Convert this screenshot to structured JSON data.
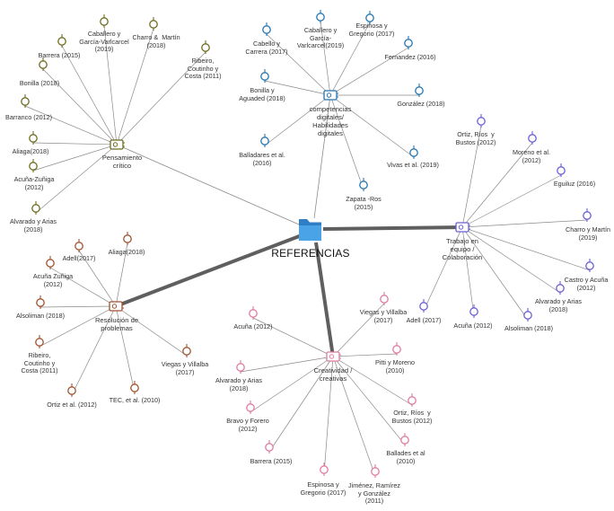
{
  "root": {
    "label": "REFERENCIAS",
    "color": "#3d8fd1"
  },
  "branches": [
    {
      "id": "pensamiento",
      "label": "Pensamiento\ncrítico",
      "color": "#6e6d1f",
      "leaves": [
        "Barrera (2015)",
        "Caballero y\nGarcía-Varlcarcel\n(2019)",
        "Charro &  Martín\n(2018)",
        "Ribeiro,\nCoutinho y\nCosta (2011)",
        "Bonilla (2018)",
        "Barranco (2012)",
        "Aliaga(2018)",
        "Acuña-Zuñiga\n(2012)",
        "Alvarado y Arias\n(2018)"
      ]
    },
    {
      "id": "competencias",
      "label": "competencias\ndigitales/\nHabilidades\ndigitales",
      "color": "#2576b0",
      "leaves": [
        "Cabello y\nCarrera (2017)",
        "Caballero y\nGarcía-\nVarlcarcel(2019)",
        "Espinosa y\nGregorio (2017)",
        "Fernandez (2016)",
        "Bonilla y\nAguaded (2018)",
        "González (2018)",
        "Balladares et al.\n(2016)",
        "Vivas et al. (2019)",
        "Zapata -Ros\n(2015)"
      ]
    },
    {
      "id": "trabajo",
      "label": "Trabajo en\nequipo /\nColaboración",
      "color": "#6a5fd6",
      "leaves": [
        "Ortiz, Ríos  y\nBustos (2012)",
        "Moreno et al.\n(2012)",
        "Eguiluz (2016)",
        "Charro y Martín\n(2019)",
        "Castro y Acuña\n(2012)",
        "Alvarado y Arias\n(2018)",
        "Alsoliman (2018)",
        "Acuña (2012)",
        "Adell (2017)"
      ]
    },
    {
      "id": "resolucion",
      "label": "Resolución de\nproblemas",
      "color": "#a0522d",
      "leaves": [
        "Adell(2017)",
        "Aliaga(2018)",
        "Acuña Zuñiga\n(2012)",
        "Alsoliman (2018)",
        "Ribeiro,\nCoutinho y\nCosta (2011)",
        "Ortiz et al. (2012)",
        "TEC, et al. (2010)",
        "Viegas y Villalba\n(2017)"
      ]
    },
    {
      "id": "creatividad",
      "label": "Creatividad /\ncreativas",
      "color": "#e07aa2",
      "leaves": [
        "Acuña (2012)",
        "Viegas y Villalba\n(2017)",
        "Alvarado y Arias\n(2018)",
        "Pitti y Moreno\n(2010)",
        "Bravo y Forero\n(2012)",
        "Ortiz, Ríos  y\nBustos (2012)",
        "Barrera (2015)",
        "Ballades et al\n(2010)",
        "Espinosa y\nGregorio (2017)",
        "Jiménez, Ramírez\ny González\n(2011)"
      ]
    }
  ]
}
